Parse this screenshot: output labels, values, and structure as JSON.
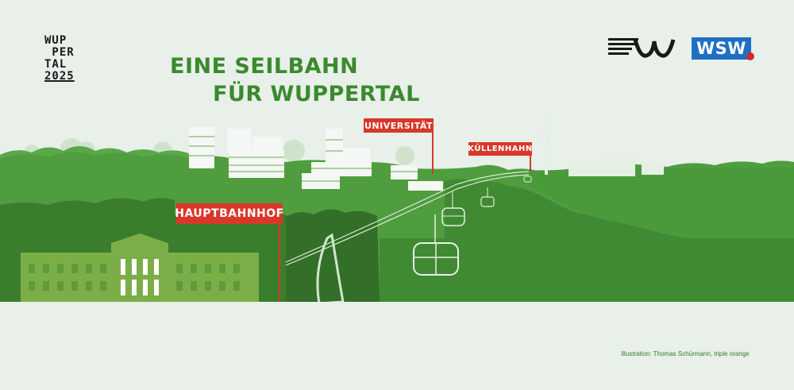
{
  "logo": {
    "line1": "WUP",
    "line2": " PER",
    "line3": "TAL",
    "year": "2025"
  },
  "headline": {
    "line1": "EINE SEILBAHN",
    "line2": "FÜR WUPPERTAL"
  },
  "partner_logo": {
    "text": "WSW",
    "dot_color": "#d42a2a",
    "box_color": "#1f6fc4"
  },
  "stations": {
    "universitaet": "UNIVERSITÄT",
    "kuellenhahn": "KÜLLENHAHN",
    "hauptbahnhof": "HAUPTBAHNHOF"
  },
  "credit": "Illustration: Thomas Schürmann, triple orange",
  "colors": {
    "background": "#e8f0e9",
    "headline": "#3a8a2e",
    "station_sign": "#d8382a",
    "forest_dark": "#3f8a33",
    "forest_mid": "#4f9d3f",
    "building_light": "#7cae48",
    "building_white": "#f4f7f3"
  }
}
